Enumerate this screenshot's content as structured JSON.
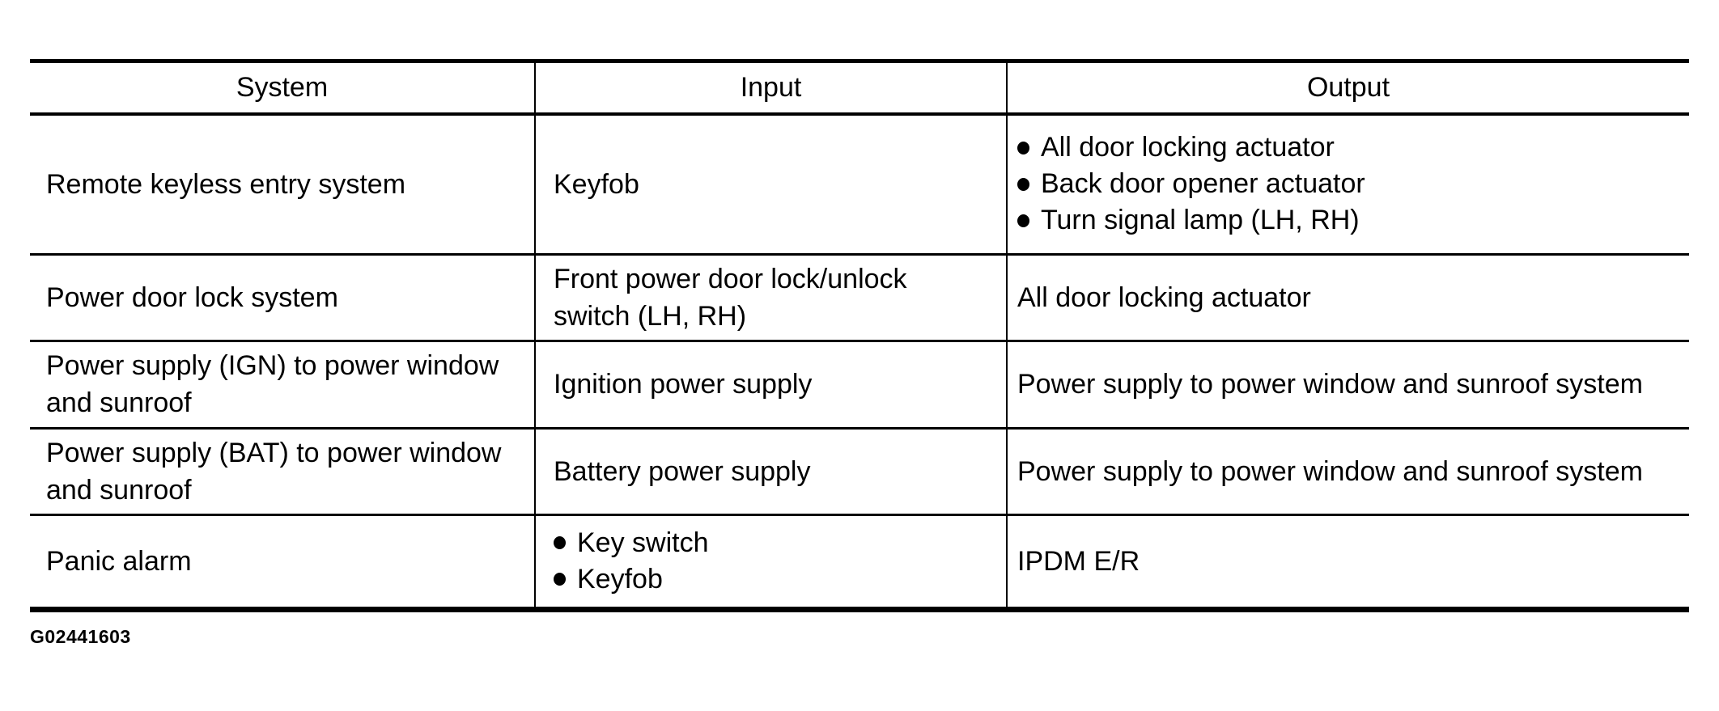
{
  "document": {
    "figure_id": "G02441603"
  },
  "colors": {
    "text": "#000000",
    "border": "#000000",
    "background": "#ffffff"
  },
  "table": {
    "columns": [
      "System",
      "Input",
      "Output"
    ],
    "column_keys": [
      "system",
      "input",
      "output"
    ],
    "rows": [
      [
        {
          "lines": [
            "Remote keyless entry system"
          ]
        },
        {
          "lines": [
            "Keyfob"
          ]
        },
        {
          "bullets": [
            "All door locking actuator",
            "Back door opener actuator",
            "Turn signal lamp (LH, RH)"
          ]
        }
      ],
      [
        {
          "lines": [
            "Power door lock system"
          ]
        },
        {
          "lines": [
            "Front power door lock/unlock",
            "switch (LH, RH)"
          ]
        },
        {
          "lines": [
            "All door locking actuator"
          ]
        }
      ],
      [
        {
          "lines": [
            "Power supply (IGN) to power window",
            "and sunroof"
          ]
        },
        {
          "lines": [
            "Ignition power supply"
          ]
        },
        {
          "lines": [
            "Power supply to power window and sunroof system"
          ]
        }
      ],
      [
        {
          "lines": [
            "Power supply (BAT) to power window",
            "and sunroof"
          ]
        },
        {
          "lines": [
            "Battery power supply"
          ]
        },
        {
          "lines": [
            "Power supply to power window and sunroof system"
          ]
        }
      ],
      [
        {
          "lines": [
            "Panic alarm"
          ]
        },
        {
          "bullets": [
            "Key switch",
            "Keyfob"
          ]
        },
        {
          "lines": [
            "IPDM E/R"
          ]
        }
      ]
    ]
  }
}
